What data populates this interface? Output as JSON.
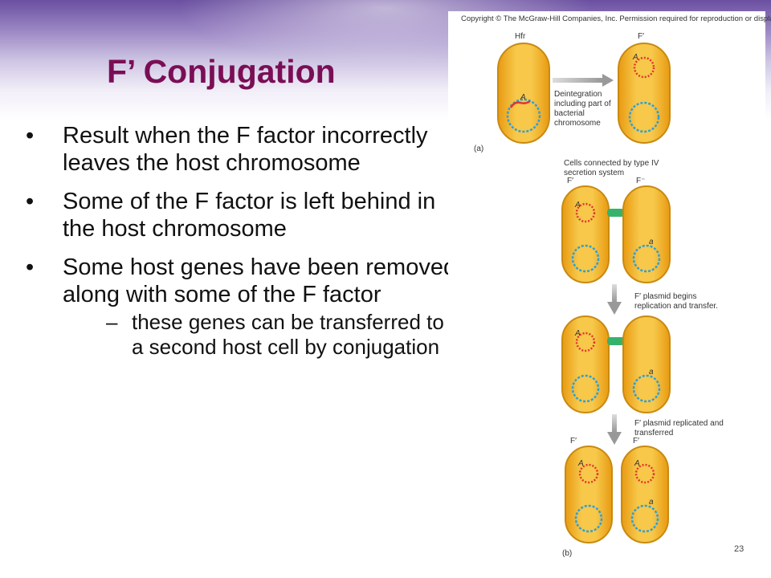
{
  "slide": {
    "title": "F’ Conjugation",
    "bullets": [
      "Result when the F factor incorrectly leaves the host chromosome",
      "Some of the F factor is left behind in the host chromosome",
      "Some host genes have been removed along with some of the F factor"
    ],
    "sub_bullet": "these genes can be transferred to a second host cell by conjugation",
    "bullet_glyph": "•",
    "dash_glyph": "–",
    "page_number": "23"
  },
  "figure": {
    "copyright": "Copyright © The McGraw-Hill Companies, Inc. Permission required for reproduction or display.",
    "label_hfr": "Hfr",
    "label_fprime": "F′",
    "label_fminus": "F⁻",
    "panel_a": "(a)",
    "panel_b": "(b)",
    "note_a": "Deintegration including part of bacterial chromosome",
    "note_b1": "Cells connected by type IV secretion system",
    "note_b2": "F′ plasmid begins replication and transfer.",
    "note_b3": "F′ plasmid replicated and transferred",
    "gene_A": "A",
    "gene_a": "a",
    "colors": {
      "title": "#7a0e55",
      "cell_fill": "#f2b21e",
      "cell_stroke": "#c98a10",
      "chromosome": "#2f9fd6",
      "plasmid": "#e0352b",
      "pilus": "#37b26b"
    }
  }
}
